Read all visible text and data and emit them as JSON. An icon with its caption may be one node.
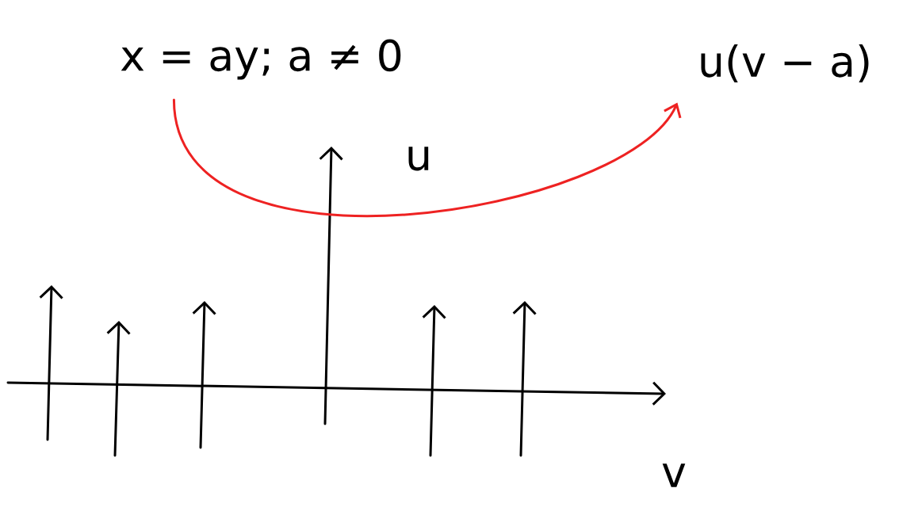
{
  "diagram": {
    "nodes": [
      {
        "text": [
          "x = ay; a ≠ 0"
        ]
      },
      {
        "text": [
          "u(v − a)"
        ]
      }
    ],
    "edges": [
      {
        "from": 0,
        "to": 1,
        "arrow": "to",
        "color": "#ee2222"
      }
    ],
    "labels": [
      "u",
      "v"
    ]
  }
}
